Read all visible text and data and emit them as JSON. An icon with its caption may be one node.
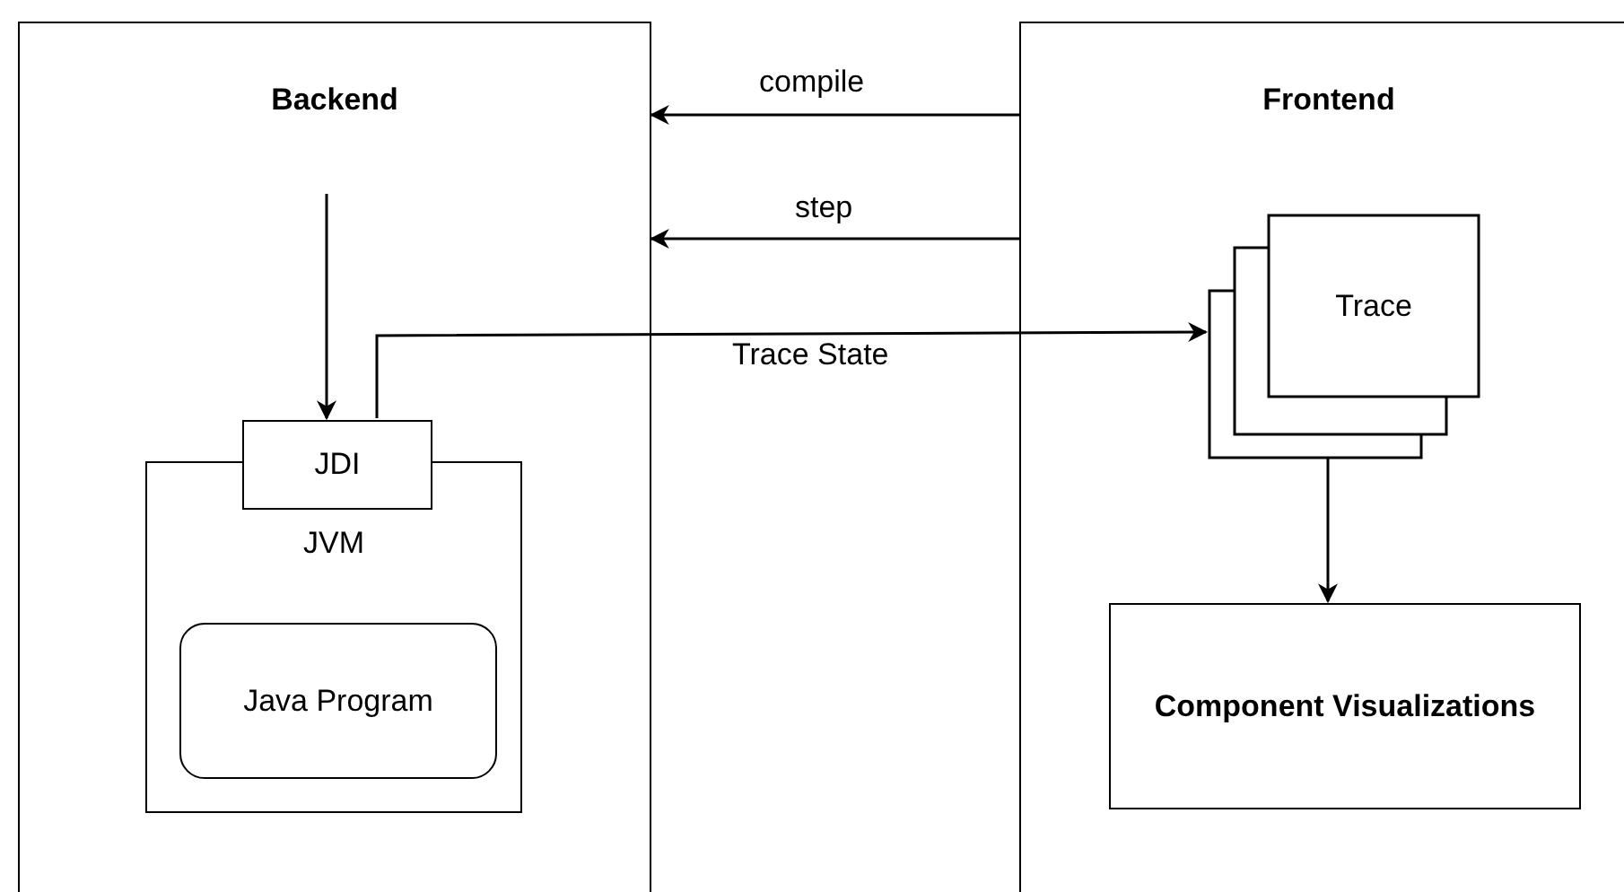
{
  "diagram": {
    "nodes": [
      {
        "text": [
          "Backend"
        ]
      },
      {
        "text": [
          "JDI"
        ],
        "in": 0
      },
      {
        "text": [
          "JVM"
        ],
        "in": 0
      },
      {
        "text": [
          "Java Program"
        ],
        "in": 2
      },
      {
        "text": [
          "Frontend"
        ]
      },
      {
        "text": [
          "Trace"
        ],
        "in": 4
      },
      {
        "text": [
          "Component Visualizations"
        ],
        "in": 4
      }
    ],
    "edges": [
      {
        "from": 4,
        "to": 0,
        "arrow": "to",
        "label": "compile"
      },
      {
        "from": 4,
        "to": 0,
        "arrow": "to",
        "label": "step"
      },
      {
        "from": null,
        "to": 1,
        "arrow": "to"
      },
      {
        "from": 1,
        "to": 5,
        "arrow": "to",
        "label": "Trace State"
      },
      {
        "from": 5,
        "to": 6,
        "arrow": "to"
      }
    ]
  }
}
